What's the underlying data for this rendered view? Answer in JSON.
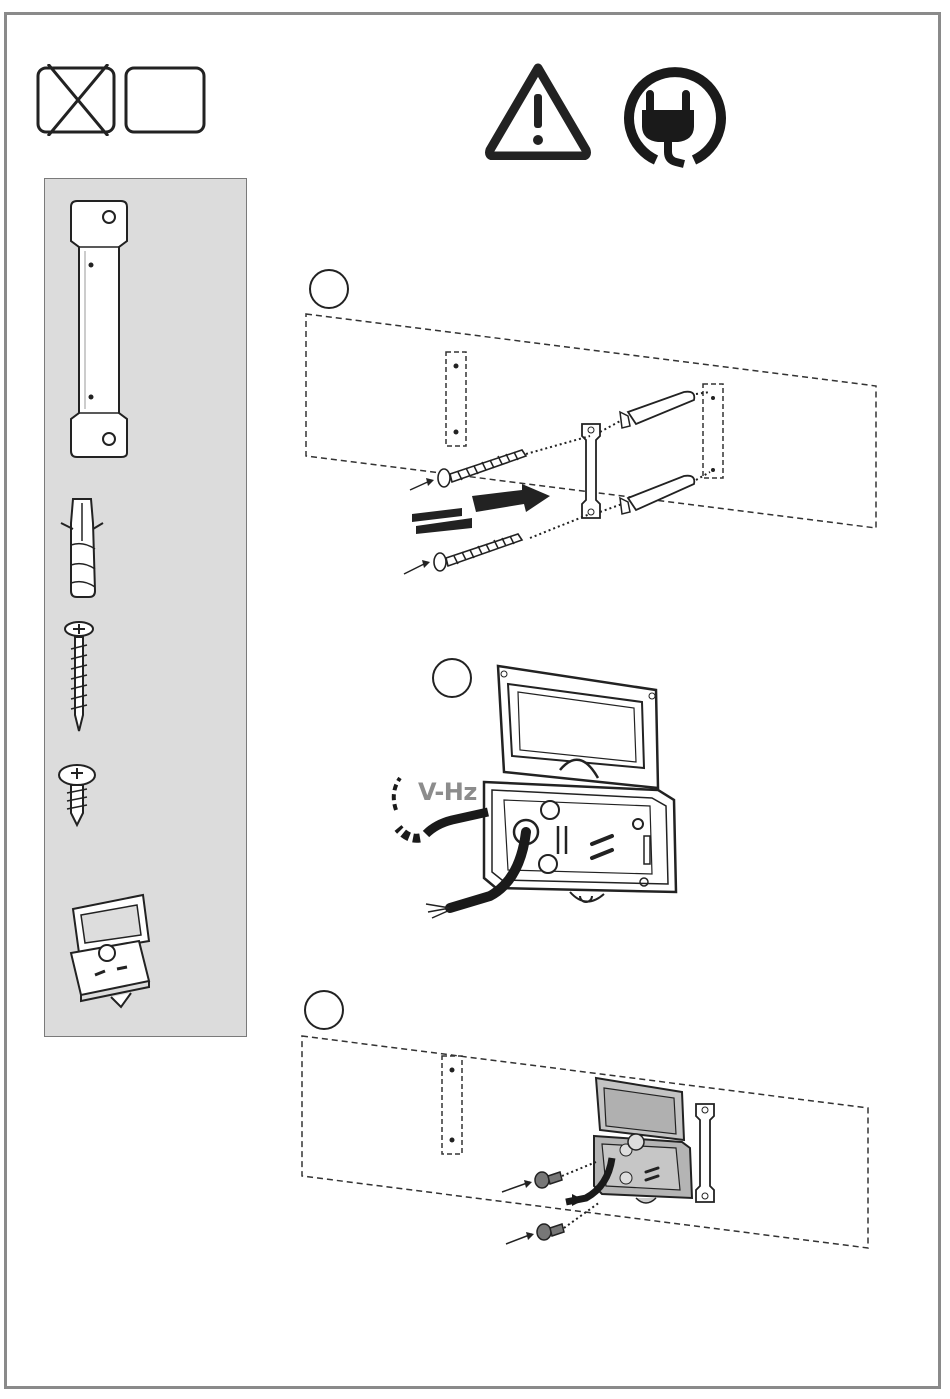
{
  "header": {
    "icons": [
      "crossed-out-box-icon",
      "empty-box-icon",
      "warning-triangle-icon",
      "power-plug-icon"
    ]
  },
  "parts_panel": {
    "items": [
      "mounting-bracket-icon",
      "wall-plug-icon",
      "long-screw-icon",
      "short-screw-icon",
      "junction-box-icon"
    ]
  },
  "steps": [
    {
      "icon": "step-1-circle",
      "illustration": "bracket-to-wall"
    },
    {
      "icon": "step-2-circle",
      "illustration": "wire-junction-box"
    },
    {
      "icon": "step-3-circle",
      "illustration": "box-to-wall"
    }
  ],
  "step2": {
    "voltage_label": "V-Hz"
  },
  "colors": {
    "frame": "#8a8a8a",
    "panel": "#dcdcdc",
    "ink": "#222222",
    "label_gray": "#8c8c8c"
  }
}
